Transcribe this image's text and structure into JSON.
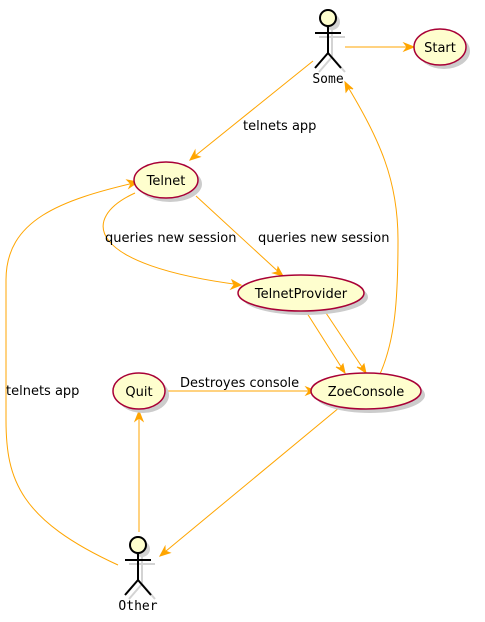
{
  "diagram": {
    "actors": {
      "some": "Some",
      "other": "Other"
    },
    "usecases": {
      "start": "Start",
      "telnet": "Telnet",
      "telnet_provider": "TelnetProvider",
      "quit": "Quit",
      "zoe_console": "ZoeConsole"
    },
    "edge_labels": {
      "some_to_telnet": "telnets app",
      "telnet_to_provider_left": "queries new session",
      "telnet_to_provider_right": "queries new session",
      "quit_to_console": "Destroyes console",
      "other_to_telnet": "telnets app"
    }
  },
  "colors": {
    "usecase_fill": "#FEFECE",
    "usecase_border": "#A80036",
    "edge": "#FFA500",
    "actor_stroke": "#000000"
  }
}
